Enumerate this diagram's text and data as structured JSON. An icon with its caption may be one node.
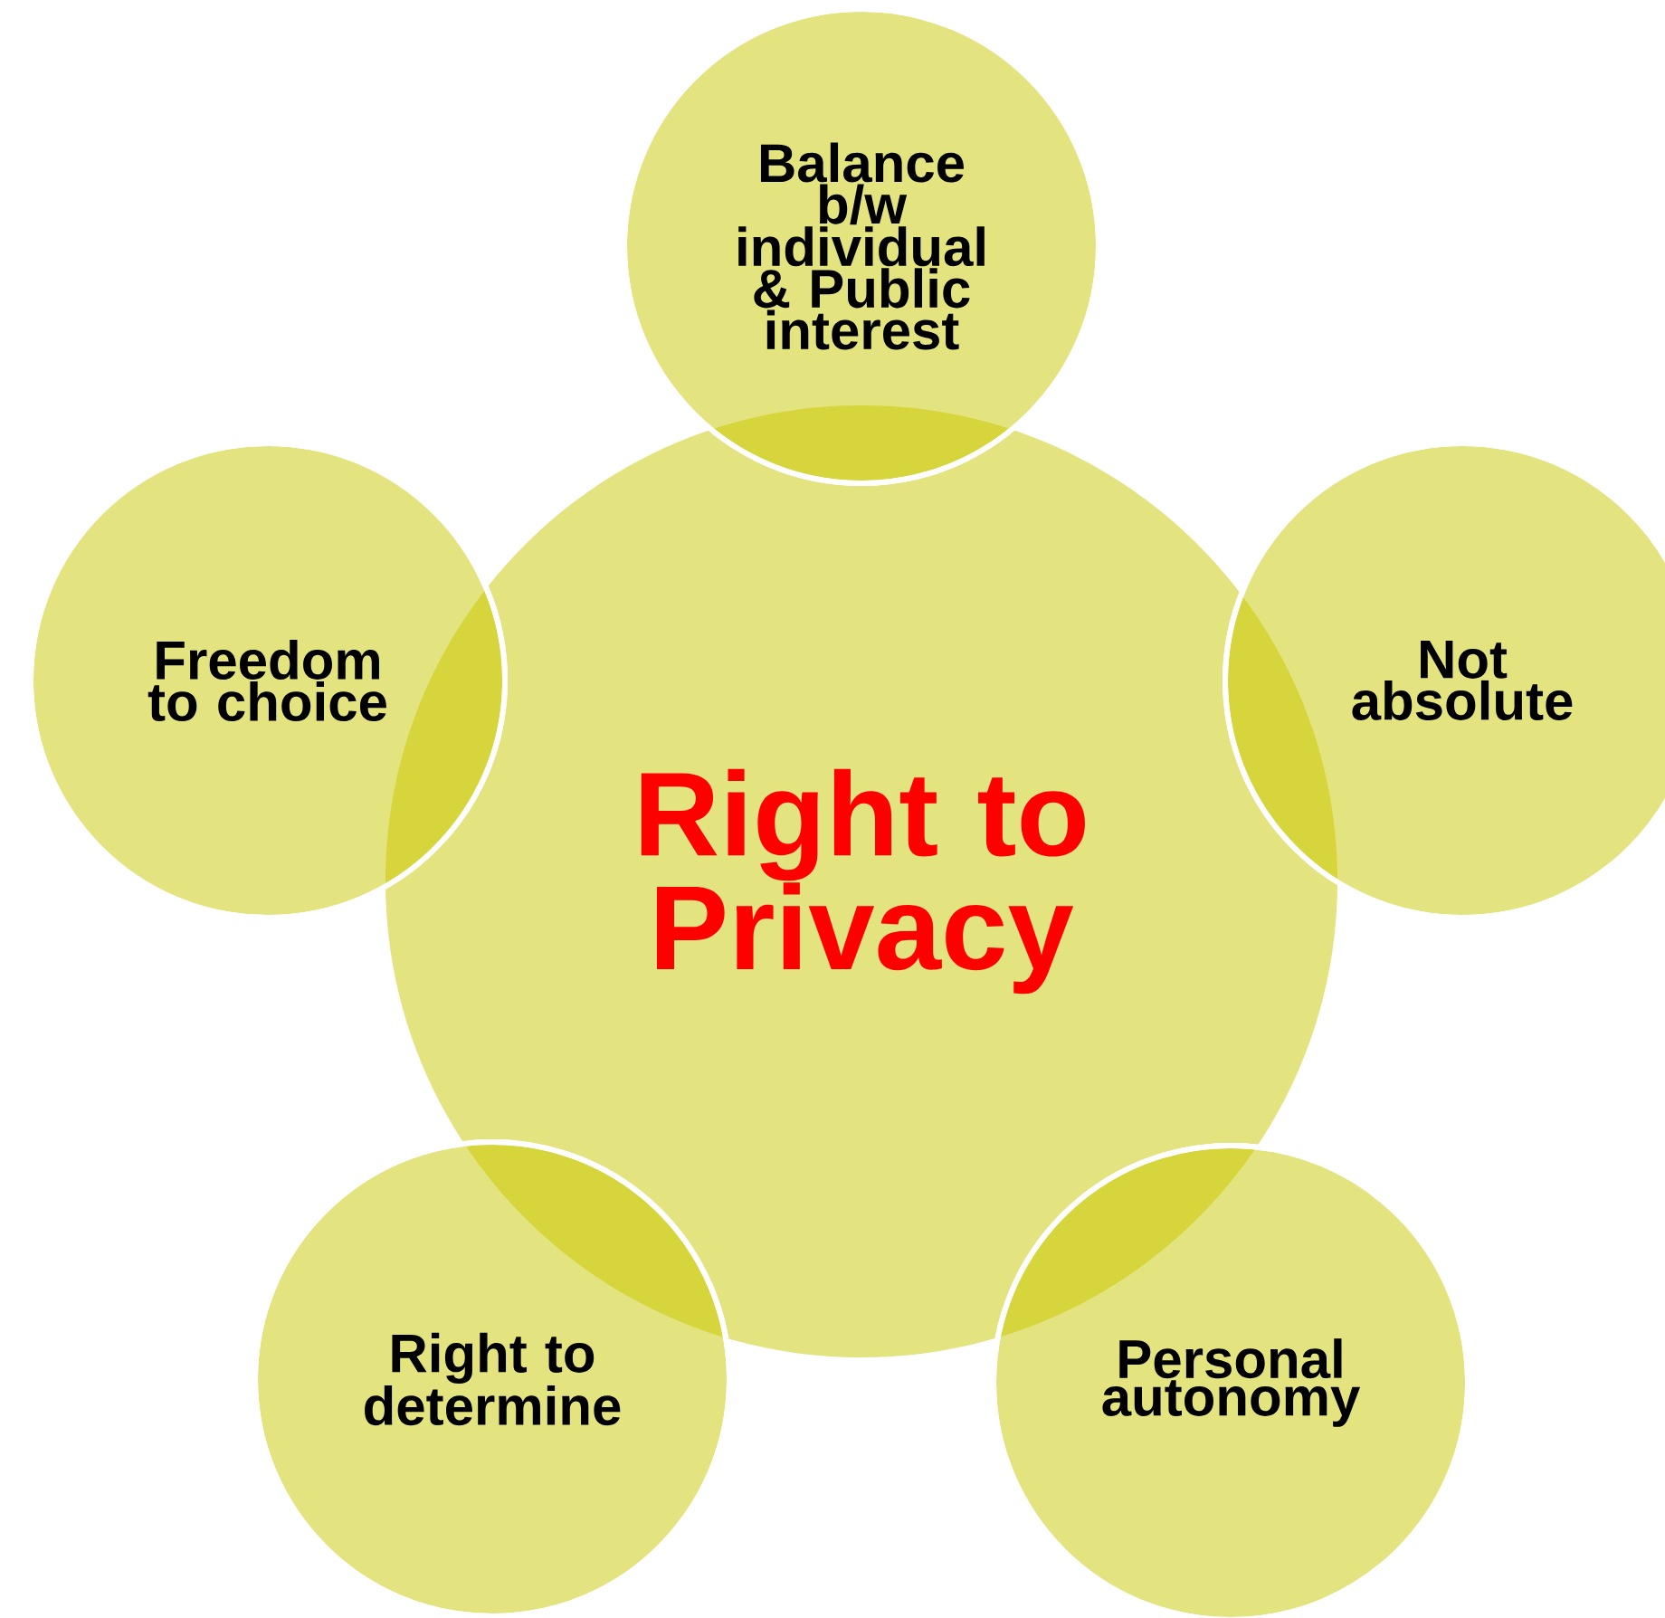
{
  "diagram": {
    "nodes": [
      {
        "text": [
          "Balance b/w individual & Public interest"
        ]
      },
      {
        "text": [
          "Freedom to choice"
        ]
      },
      {
        "text": [
          "Not absolute"
        ]
      },
      {
        "text": [
          "Right to Privacy"
        ]
      },
      {
        "text": [
          "Right to determine"
        ]
      },
      {
        "text": [
          "Personal autonomy"
        ]
      }
    ]
  }
}
